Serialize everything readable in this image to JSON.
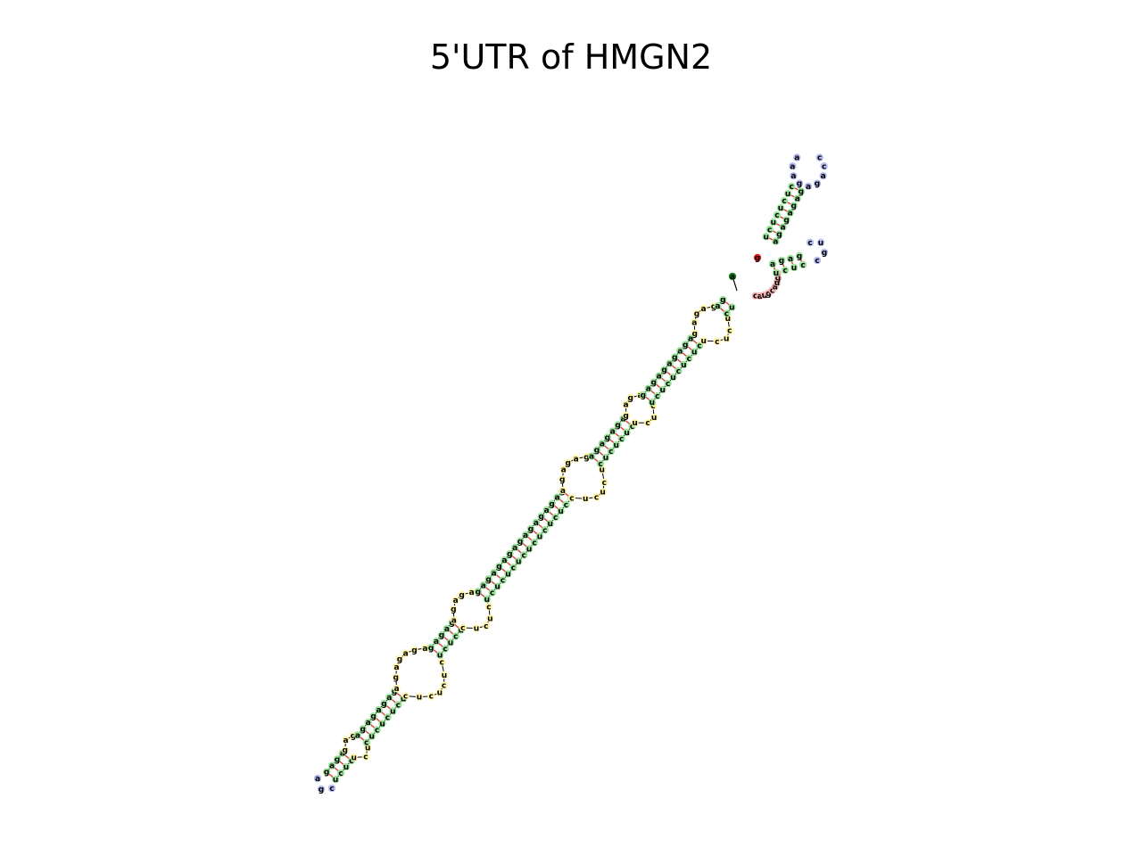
{
  "title": "5'UTR of HMGN2",
  "colors": {
    "stem": "#9be39b",
    "loop": "#fff3a6",
    "hairpin": "#b8bdf0",
    "multiloop": "#f5b5b5",
    "backbone": "#000000",
    "pair_line": "#e23a3a",
    "five_prime": "#1a7f1a",
    "three_prime": "#e51f1f"
  },
  "structure": {
    "hairpin_loops": [
      {
        "bases": [
          "a",
          "g",
          "c"
        ]
      },
      {
        "bases": [
          "c",
          "u",
          "g",
          "c"
        ]
      },
      {
        "bases": [
          "a",
          "a",
          "a",
          "g",
          "a",
          "g",
          "a",
          "c",
          "c"
        ]
      }
    ],
    "terminal_bases": {
      "five_prime": "a",
      "three_prime": "g"
    }
  }
}
